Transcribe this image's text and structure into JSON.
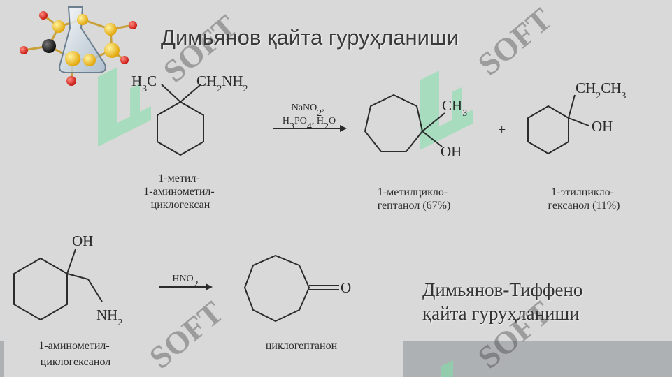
{
  "title": "Димьянов қайта гуруҳланиши",
  "subtitle": [
    "Димьянов-Тиффено",
    "қайта гуруҳланиши"
  ],
  "reaction1": {
    "reactant": {
      "groups": {
        "h3c": "H3C",
        "ch2nh2": "CH2NH2"
      },
      "name": [
        "1-метил-",
        "1-аминометил-",
        "циклогексан"
      ]
    },
    "reagents": [
      "NaNO2,",
      "H3PO4, H2O"
    ],
    "product1": {
      "groups": {
        "ch3": "CH3",
        "oh": "OH"
      },
      "name": [
        "1-метилцикло-",
        "гептанол (67%)"
      ]
    },
    "plus": "+",
    "product2": {
      "groups": {
        "ch2ch3": "CH2CH3",
        "oh": "OH"
      },
      "name": [
        "1-этилцикло-",
        "гексанол (11%)"
      ]
    }
  },
  "reaction2": {
    "reactant": {
      "groups": {
        "oh": "OH",
        "nh2": "NH2"
      },
      "name": [
        "1-аминометил-",
        "циклогексанол"
      ]
    },
    "reagent": "HNO2",
    "product": {
      "groups": {
        "o": "O"
      },
      "name": [
        "циклогептанон"
      ]
    }
  },
  "colors": {
    "background": "#d9d9d9",
    "bond": "#2b2b2b",
    "bar": "#aeb1b3",
    "watermark": "#7ee0a8"
  },
  "icons": [
    "molecule-flask-logo-icon",
    "soft-watermark-icon"
  ]
}
